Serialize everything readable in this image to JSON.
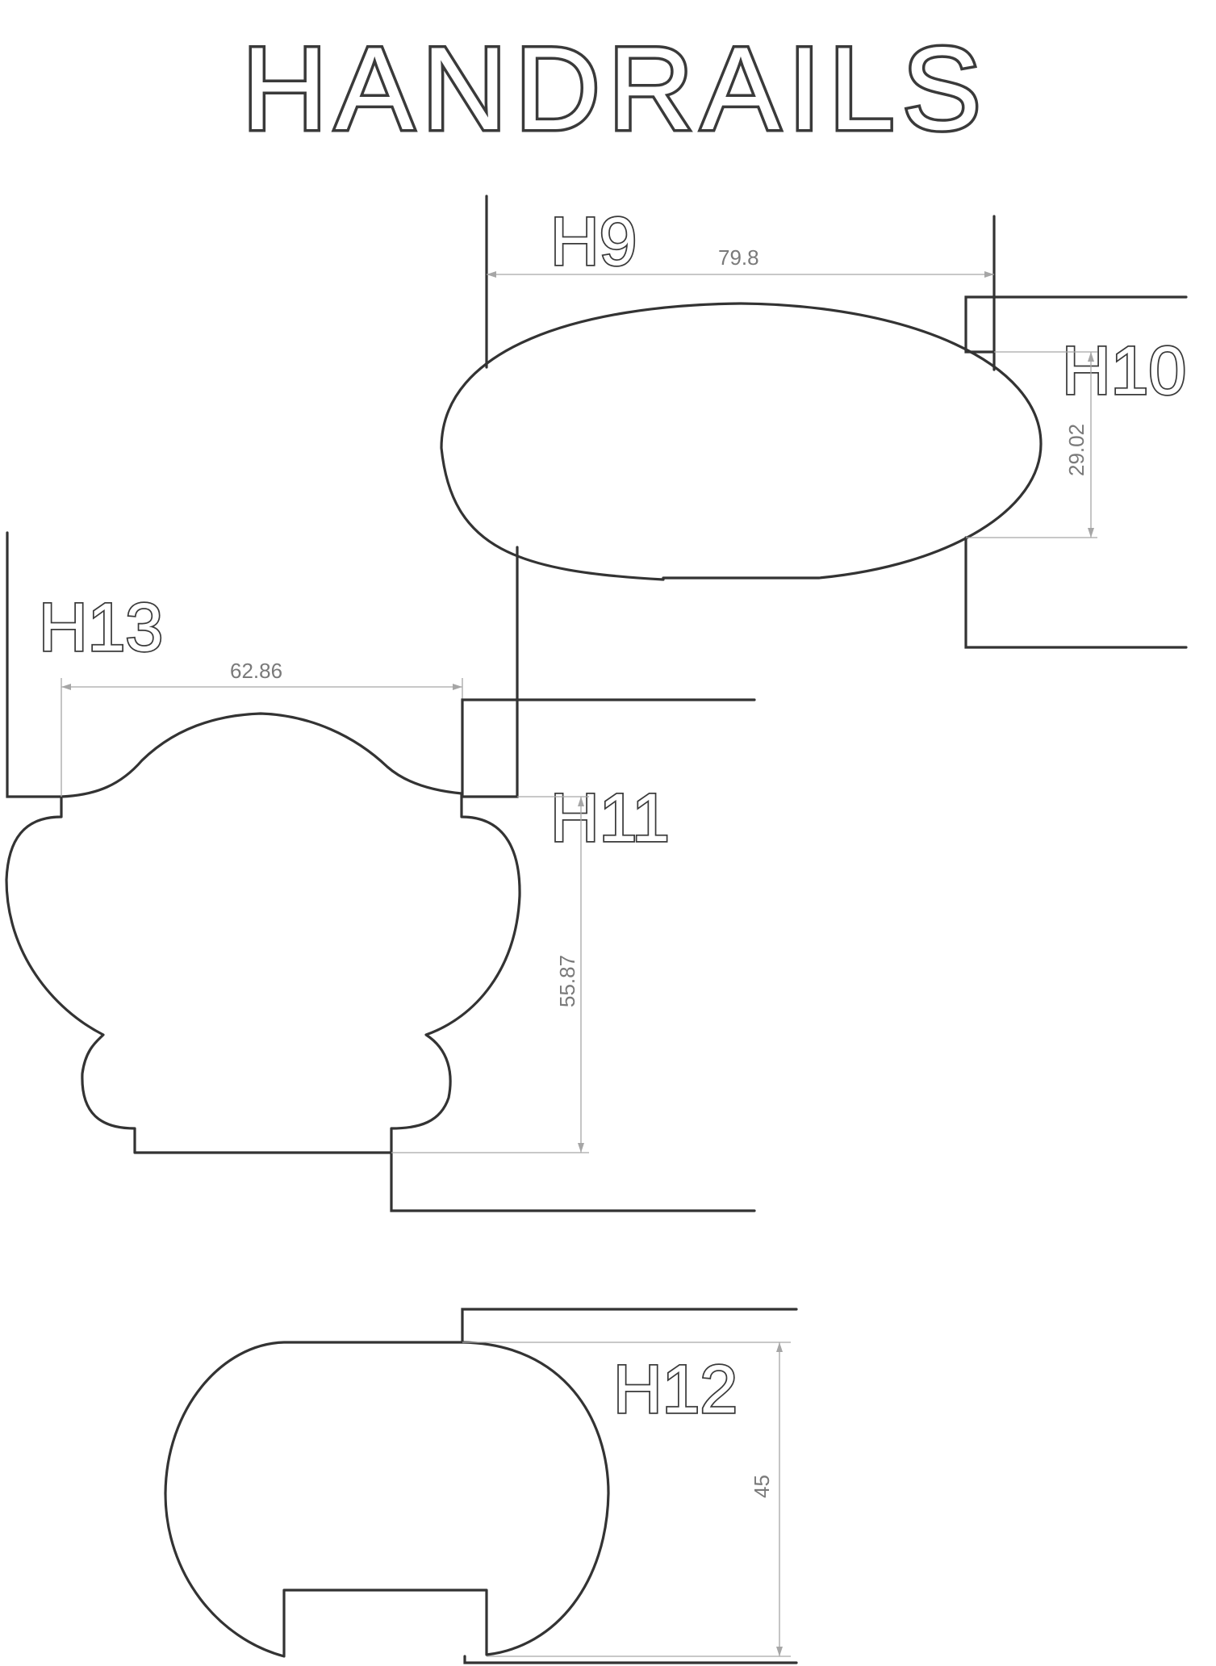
{
  "title": "HANDRAILS",
  "profiles": {
    "h9": {
      "label": "H9",
      "dimension": "79.8"
    },
    "h10": {
      "label": "H10",
      "dimension": "29.02"
    },
    "h11": {
      "label": "H11",
      "dimension": "55.87"
    },
    "h12": {
      "label": "H12",
      "dimension": "45"
    },
    "h13": {
      "label": "H13",
      "dimension": "62.86"
    }
  },
  "colors": {
    "line": "#333333",
    "dimension": "#a6a6a6",
    "background": "#ffffff"
  }
}
